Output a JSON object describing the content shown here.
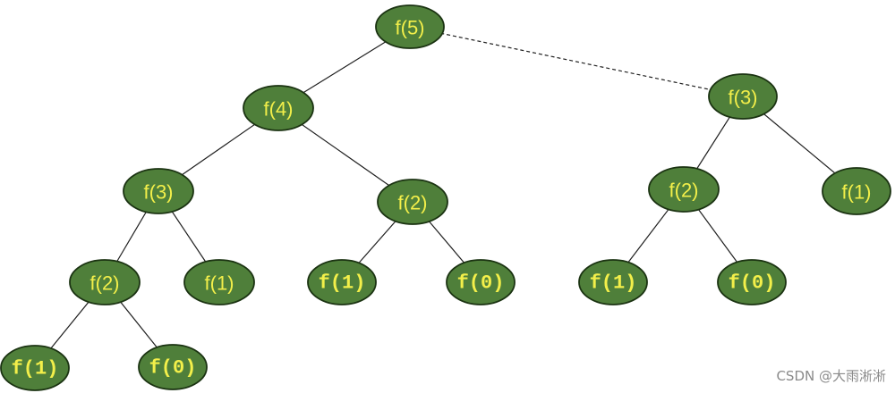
{
  "diagram": {
    "nodes": [
      {
        "id": "n1",
        "label": "f(5)"
      },
      {
        "id": "n2",
        "label": "f(4)"
      },
      {
        "id": "n3",
        "label": "f(3)"
      },
      {
        "id": "n4",
        "label": "f(3)"
      },
      {
        "id": "n5",
        "label": "f(2)"
      },
      {
        "id": "n6",
        "label": "f(2)"
      },
      {
        "id": "n7",
        "label": "f(1)"
      },
      {
        "id": "n8",
        "label": "f(2)"
      },
      {
        "id": "n9",
        "label": "f(1)"
      },
      {
        "id": "n10",
        "label": "f(1)"
      },
      {
        "id": "n11",
        "label": "f(0)"
      },
      {
        "id": "n12",
        "label": "f(1)"
      },
      {
        "id": "n13",
        "label": "f(0)"
      },
      {
        "id": "n14",
        "label": "f(1)"
      },
      {
        "id": "n15",
        "label": "f(0)"
      }
    ],
    "edges": [
      {
        "from": "n1",
        "to": "n2",
        "style": "solid"
      },
      {
        "from": "n1",
        "to": "n3",
        "style": "dashed"
      },
      {
        "from": "n2",
        "to": "n4",
        "style": "solid"
      },
      {
        "from": "n2",
        "to": "n5",
        "style": "solid"
      },
      {
        "from": "n3",
        "to": "n6",
        "style": "solid"
      },
      {
        "from": "n3",
        "to": "n7",
        "style": "solid"
      },
      {
        "from": "n4",
        "to": "n8",
        "style": "solid"
      },
      {
        "from": "n4",
        "to": "n9",
        "style": "solid"
      },
      {
        "from": "n5",
        "to": "n10",
        "style": "solid"
      },
      {
        "from": "n5",
        "to": "n11",
        "style": "solid"
      },
      {
        "from": "n6",
        "to": "n12",
        "style": "solid"
      },
      {
        "from": "n6",
        "to": "n13",
        "style": "solid"
      },
      {
        "from": "n8",
        "to": "n14",
        "style": "solid"
      },
      {
        "from": "n8",
        "to": "n15",
        "style": "solid"
      }
    ],
    "colors": {
      "node_fill": "#4f7f3a",
      "node_outline": "#1b3312",
      "node_text": "#f3ef4a",
      "edge": "#1f1f1f"
    }
  },
  "watermark": "CSDN @大雨淅淅"
}
